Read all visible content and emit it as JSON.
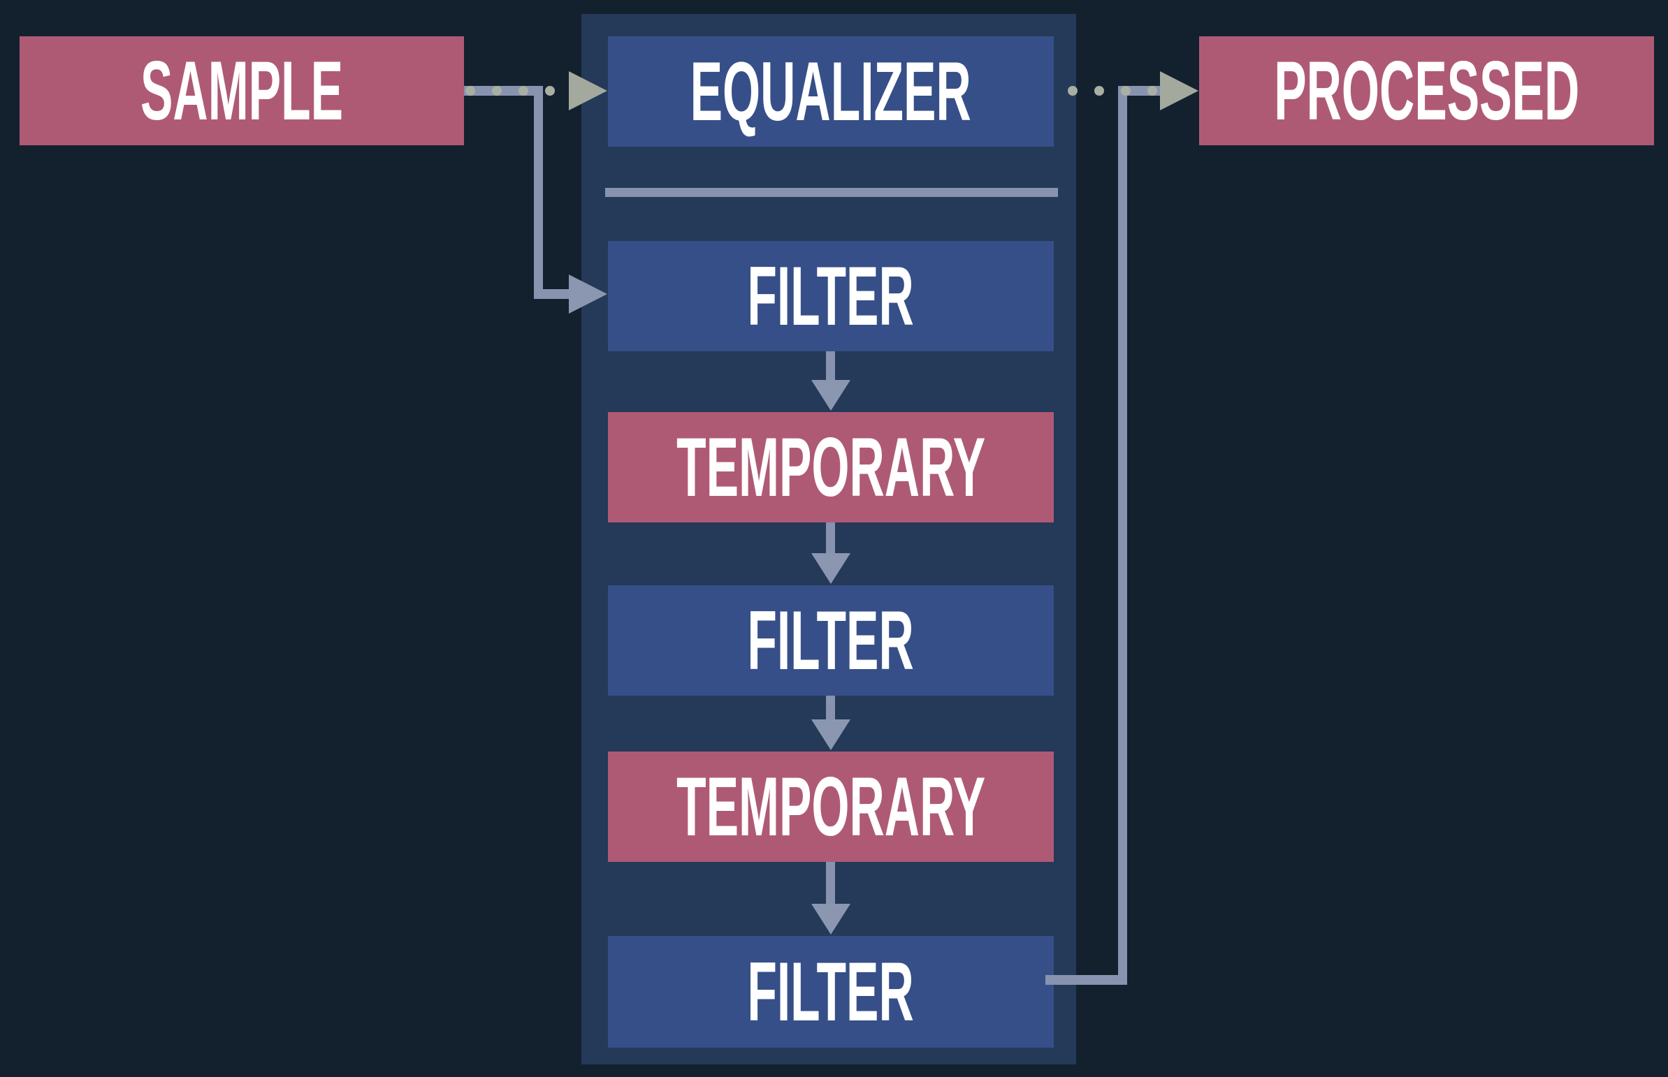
{
  "theme": {
    "background": "#13212f",
    "panel": "#253959",
    "node_blue": "#364f88",
    "node_pink": "#af5a75",
    "text": "#ffffff",
    "line": "#8793af",
    "dot": "#a9afa3",
    "arrow_solid": "#8b97b1",
    "arrow_dotted": "#a3a99d"
  },
  "diagram": {
    "source": {
      "label": "SAMPLE",
      "type": "pink"
    },
    "equalizer": {
      "label": "EQUALIZER",
      "type": "blue"
    },
    "chain": [
      {
        "label": "FILTER",
        "type": "blue"
      },
      {
        "label": "TEMPORARY",
        "type": "pink"
      },
      {
        "label": "FILTER",
        "type": "blue"
      },
      {
        "label": "TEMPORARY",
        "type": "pink"
      },
      {
        "label": "FILTER",
        "type": "blue"
      }
    ],
    "output": {
      "label": "PROCESSED",
      "type": "pink"
    }
  }
}
